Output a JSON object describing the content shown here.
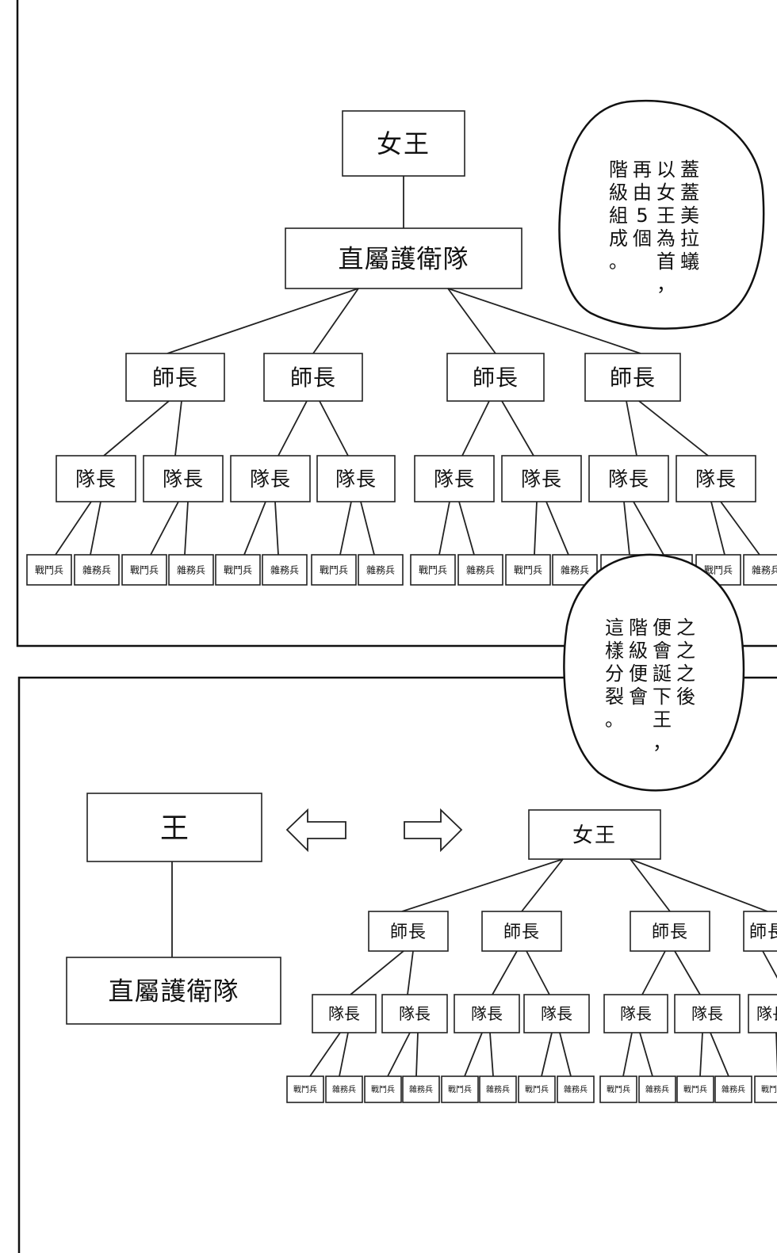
{
  "top_panel": {
    "queen": "女王",
    "guard": "直屬護衛隊",
    "division_leader": "師長",
    "squad_leader": "隊長",
    "soldier": "戰鬥兵",
    "worker": "雜務兵",
    "bubble_lines": [
      "蓋蓋美拉蟻",
      "以女王為首，",
      "再由5個",
      "階級組成。"
    ]
  },
  "middle_bubble": {
    "lines": [
      "之之之後",
      "便會誕下王，",
      "階級便會",
      "這樣分裂。"
    ]
  },
  "bottom_panel": {
    "king": "王",
    "guard": "直屬護衛隊",
    "queen": "女王",
    "division_leader": "師長",
    "squad_leader": "隊長",
    "soldier": "戰鬥兵",
    "worker": "雜務兵",
    "left_arrow": "left-arrow-icon",
    "right_arrow": "right-arrow-icon"
  }
}
